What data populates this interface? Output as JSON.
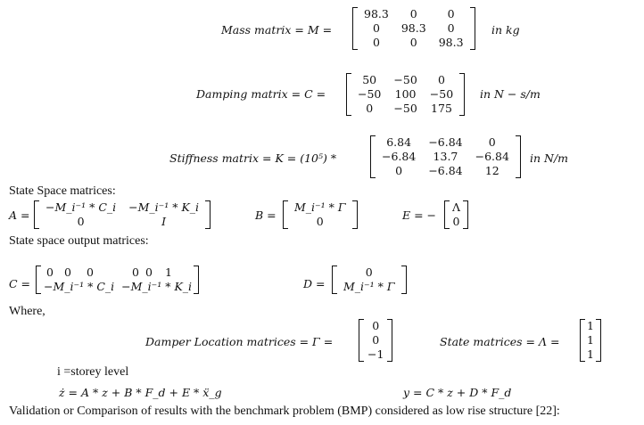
{
  "mass": {
    "label": "Mass matrix = M =",
    "rows": [
      [
        "98.3",
        "0",
        "0"
      ],
      [
        "0",
        "98.3",
        "0"
      ],
      [
        "0",
        "0",
        "98.3"
      ]
    ],
    "unit": "in kg"
  },
  "damping": {
    "label": "Damping matrix = C =",
    "rows": [
      [
        "50",
        "−50",
        "0"
      ],
      [
        "−50",
        "100",
        "−50"
      ],
      [
        "0",
        "−50",
        "175"
      ]
    ],
    "unit": "in N − s/m"
  },
  "stiffness": {
    "label": "Stiffness matrix = K = (10⁵) *",
    "rows": [
      [
        "6.84",
        "−6.84",
        "0"
      ],
      [
        "−6.84",
        "13.7",
        "−6.84"
      ],
      [
        "0",
        "−6.84",
        "12"
      ]
    ],
    "unit": "in N/m"
  },
  "state_space": {
    "heading": "State Space matrices:",
    "A_label": "A =",
    "A_rows": [
      [
        "−M_i⁻¹ * C_i",
        "−M_i⁻¹ * K_i"
      ],
      [
        "0",
        "I"
      ]
    ],
    "B_label": "B =",
    "B_rows": [
      [
        "M_i⁻¹ * Γ"
      ],
      [
        "0"
      ]
    ],
    "E_label": "E = −",
    "E_rows": [
      [
        "Λ"
      ],
      [
        "0"
      ]
    ]
  },
  "output": {
    "heading": "State space output matrices:",
    "C_label": "C =",
    "C_row1": [
      "0",
      "0",
      "0",
      "0",
      "0",
      "1"
    ],
    "C_row2": [
      "−M_i⁻¹ * C_i",
      "−M_i⁻¹ * K_i"
    ],
    "D_label": "D =",
    "D_rows": [
      [
        "0"
      ],
      [
        "M_i⁻¹ * Γ"
      ]
    ]
  },
  "where": "Where,",
  "damper": {
    "label": "Damper Location matrices = Γ =",
    "rows": [
      [
        "0"
      ],
      [
        "0"
      ],
      [
        "−1"
      ]
    ]
  },
  "state": {
    "label": "State matrices = Λ =",
    "rows": [
      [
        "1"
      ],
      [
        "1"
      ],
      [
        "1"
      ]
    ]
  },
  "storey_note": "i =storey level",
  "eq1": "ż = A * z + B * F_d + E * ẍ_g",
  "eq2": "y = C * z + D * F_d",
  "validation": "Validation or Comparison of results with the benchmark problem (BMP) considered as low rise structure [22]:"
}
